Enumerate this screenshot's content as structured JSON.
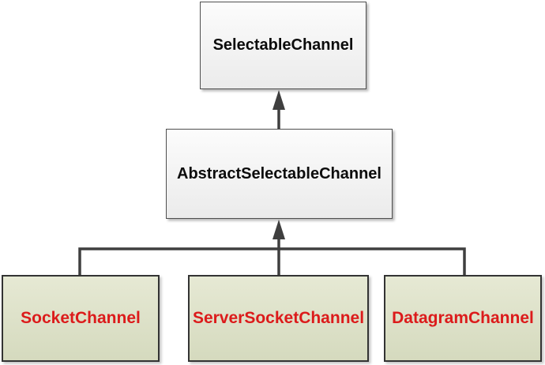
{
  "diagram": {
    "description": "Java NIO channel class hierarchy",
    "nodes": {
      "selectable": {
        "label": "SelectableChannel"
      },
      "abstract_selectable": {
        "label": "AbstractSelectableChannel"
      },
      "socket": {
        "label": "SocketChannel"
      },
      "server_socket": {
        "label": "ServerSocketChannel"
      },
      "datagram": {
        "label": "DatagramChannel"
      }
    },
    "edges": [
      {
        "from": "AbstractSelectableChannel",
        "to": "SelectableChannel",
        "type": "arrow-up"
      },
      {
        "from": "SocketChannel",
        "to": "AbstractSelectableChannel",
        "type": "arrow-up"
      },
      {
        "from": "ServerSocketChannel",
        "to": "AbstractSelectableChannel",
        "type": "arrow-up"
      },
      {
        "from": "DatagramChannel",
        "to": "AbstractSelectableChannel",
        "type": "arrow-up"
      }
    ]
  },
  "colors": {
    "background": "#ffffff",
    "connector": "#3f3f3f",
    "parent_fill_top": "#fcfcfc",
    "parent_fill_bottom": "#ebebeb",
    "parent_border": "#4f4f4f",
    "parent_text": "#0c0c0c",
    "child_fill_top": "#e6e9d4",
    "child_fill_bottom": "#d5dabe",
    "child_border": "#333333",
    "child_text": "#dc1b1b"
  }
}
